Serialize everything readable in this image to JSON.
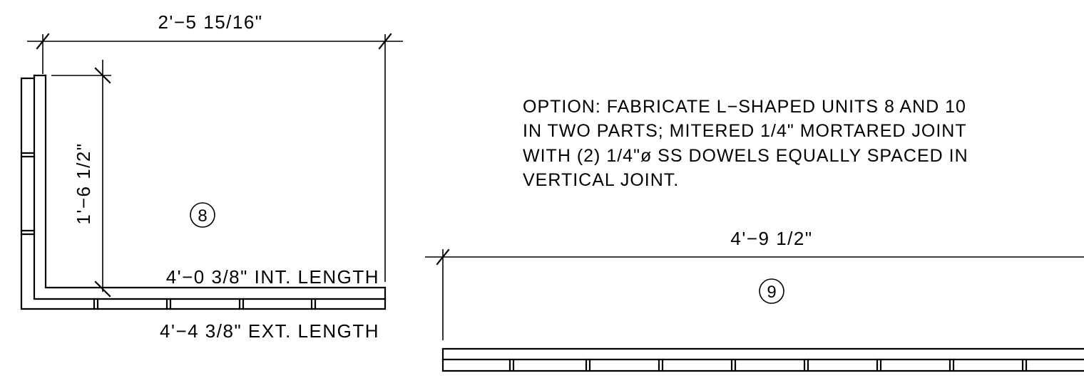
{
  "unit8": {
    "tag": "8",
    "dim_top": "2'−5  15/16\"",
    "dim_vertical": "1'−6  1/2\"",
    "int_length": "4'−0  3/8\"  INT.  LENGTH",
    "ext_length": "4'−4  3/8\"  EXT.  LENGTH"
  },
  "note": {
    "lines": [
      "OPTION:  FABRICATE  L−SHAPED  UNITS  8  AND  10",
      "IN  TWO  PARTS;  MITERED  1/4\"  MORTARED  JOINT",
      "WITH  (2)  1/4\"ø  SS  DOWELS  EQUALLY  SPACED  IN",
      "VERTICAL  JOINT."
    ]
  },
  "unit9": {
    "tag": "9",
    "dim_top": "4'−9  1/2\""
  }
}
